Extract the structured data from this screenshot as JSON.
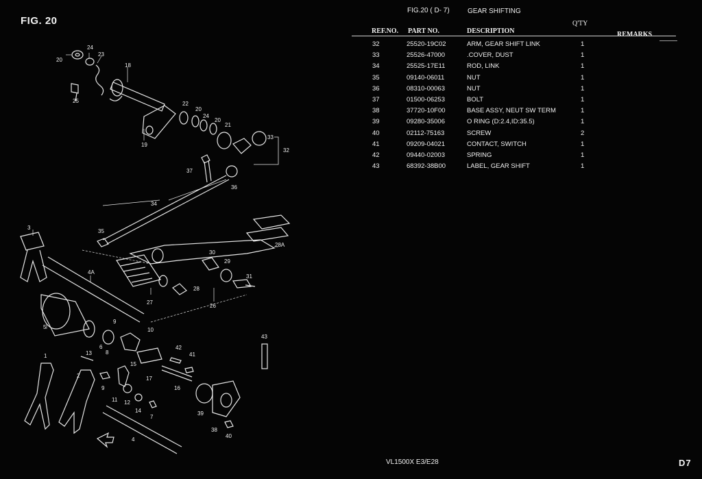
{
  "figure": {
    "label": "FIG. 20"
  },
  "header": {
    "fig_ref": "FIG.20 ( D- 7)",
    "title": "GEAR SHIFTING",
    "col_ref": "REF.NO.",
    "col_part": "PART NO.",
    "col_desc": "DESCRIPTION",
    "col_qty": "Q'TY",
    "col_remarks": "REMARKS"
  },
  "parts": [
    {
      "ref": "32",
      "part": "25520-19C02",
      "desc": "ARM, GEAR SHIFT LINK",
      "qty": "1"
    },
    {
      "ref": "33",
      "part": "25526-47000",
      "desc": ".COVER, DUST",
      "qty": "1"
    },
    {
      "ref": "34",
      "part": "25525-17E11",
      "desc": "ROD, LINK",
      "qty": "1"
    },
    {
      "ref": "35",
      "part": "09140-06011",
      "desc": "NUT",
      "qty": "1"
    },
    {
      "ref": "36",
      "part": "08310-00063",
      "desc": "NUT",
      "qty": "1"
    },
    {
      "ref": "37",
      "part": "01500-06253",
      "desc": "BOLT",
      "qty": "1"
    },
    {
      "ref": "38",
      "part": "37720-10F00",
      "desc": "BASE ASSY, NEUT SW TERM",
      "qty": "1"
    },
    {
      "ref": "39",
      "part": "09280-35006",
      "desc": "O RING (D:2.4,ID:35.5)",
      "qty": "1"
    },
    {
      "ref": "40",
      "part": "02112-75163",
      "desc": "SCREW",
      "qty": "2"
    },
    {
      "ref": "41",
      "part": "09209-04021",
      "desc": "CONTACT, SWITCH",
      "qty": "1"
    },
    {
      "ref": "42",
      "part": "09440-02003",
      "desc": "SPRING",
      "qty": "1"
    },
    {
      "ref": "43",
      "part": "68392-38B00",
      "desc": "LABEL, GEAR SHIFT",
      "qty": "1"
    }
  ],
  "diagram_callouts": [
    "1",
    "2",
    "3",
    "4",
    "4A",
    "5",
    "6",
    "7",
    "8",
    "9",
    "10",
    "11",
    "12",
    "13",
    "14",
    "15",
    "16",
    "17",
    "18",
    "19",
    "20",
    "21",
    "22",
    "23",
    "24",
    "25",
    "26",
    "27",
    "28",
    "28A",
    "29",
    "30",
    "31",
    "32",
    "33",
    "34",
    "35",
    "36",
    "37",
    "38",
    "39",
    "40",
    "41",
    "42",
    "43"
  ],
  "footer": {
    "model": "VL1500X  E3/E28",
    "page": "D7"
  }
}
